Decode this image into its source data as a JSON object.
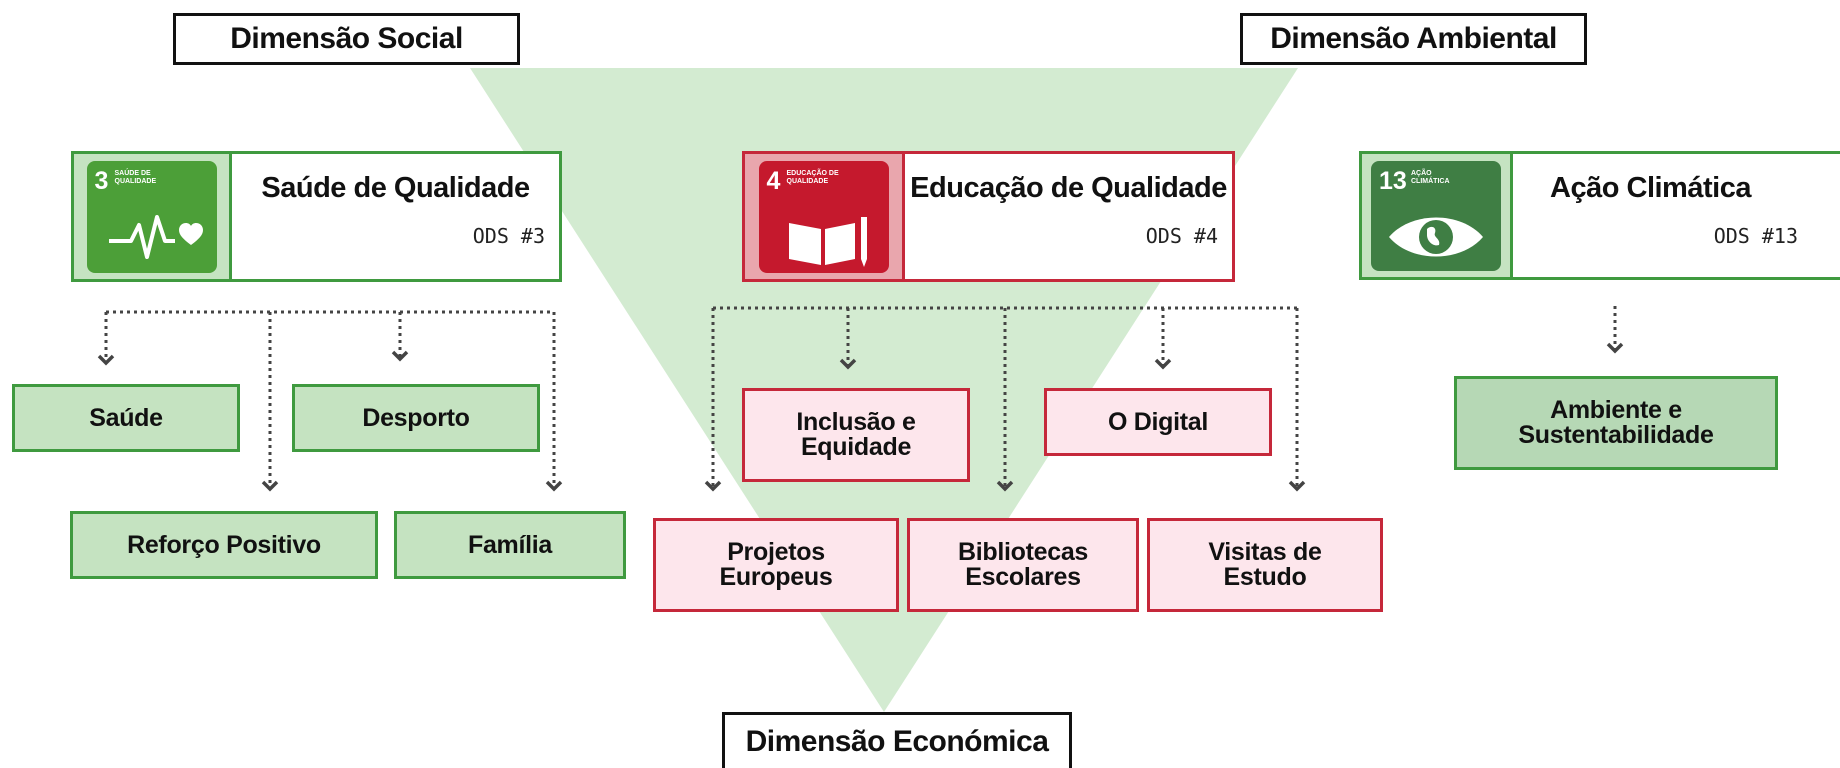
{
  "dimensions": {
    "social": "Dimensão Social",
    "ambiental": "Dimensão Ambiental",
    "economica": "Dimensão Económica"
  },
  "ods": [
    {
      "title": "Saúde de Qualidade",
      "code": "ODS #3",
      "logo_number": "3",
      "logo_text": "SAÚDE DE QUALIDADE",
      "color": "#4c9f38"
    },
    {
      "title": "Educação de Qualidade",
      "code": "ODS #4",
      "logo_number": "4",
      "logo_text": "EDUCAÇÃO DE QUALIDADE",
      "color": "#c5192d"
    },
    {
      "title": "Ação Climática",
      "code": "ODS #13",
      "logo_number": "13",
      "logo_text": "AÇÃO CLIMÁTICA",
      "color": "#3f7e44"
    }
  ],
  "topics": {
    "saude": "Saúde",
    "desporto": "Desporto",
    "reforco_positivo": "Reforço Positivo",
    "familia": "Família",
    "inclusao_line1": "Inclusão e",
    "inclusao_line2": "Equidade",
    "digital": "O Digital",
    "projetos_line1": "Projetos",
    "projetos_line2": "Europeus",
    "bibliotecas_line1": "Bibliotecas",
    "bibliotecas_line2": "Escolares",
    "visitas_line1": "Visitas de",
    "visitas_line2": "Estudo",
    "ambiente_line1": "Ambiente e",
    "ambiente_line2": "Sustentabilidade"
  },
  "colors": {
    "triangle": "#d3ebd1",
    "green_border": "#3f9a3f",
    "green_fill": "#c5e3c1",
    "red_border": "#c5283a",
    "red_fill": "#fde6ec",
    "connector": "#444444"
  }
}
